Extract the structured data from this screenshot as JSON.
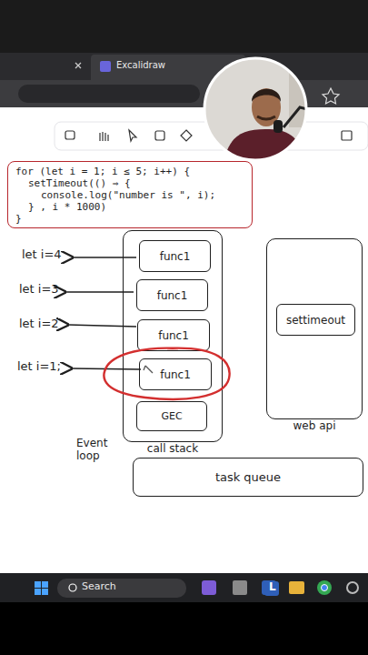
{
  "diagram": {
    "nodes": [
      {
        "text": [
          "for (let i = 1; i ≤ 5; i++) {",
          "setTimeout(() ⇒ {",
          "console.log(\"number is \", i);",
          "} , i * 1000)",
          "}"
        ]
      },
      {
        "text": [
          "call stack"
        ]
      },
      {
        "text": [
          "func1"
        ],
        "in": 1
      },
      {
        "text": [
          "func1"
        ],
        "in": 1
      },
      {
        "text": [
          "func1"
        ],
        "in": 1
      },
      {
        "text": [
          "func1"
        ],
        "in": 1
      },
      {
        "text": [
          "GEC"
        ],
        "in": 1
      },
      {
        "text": [
          "web api"
        ]
      },
      {
        "text": [
          "settimeout"
        ],
        "in": 7
      },
      {
        "text": [
          "task queue"
        ]
      }
    ],
    "labels": [
      "let i=4",
      "let i=3",
      "let i=2",
      "let i=1;",
      "Event loop",
      "Excalidraw",
      "Search",
      "L"
    ]
  }
}
